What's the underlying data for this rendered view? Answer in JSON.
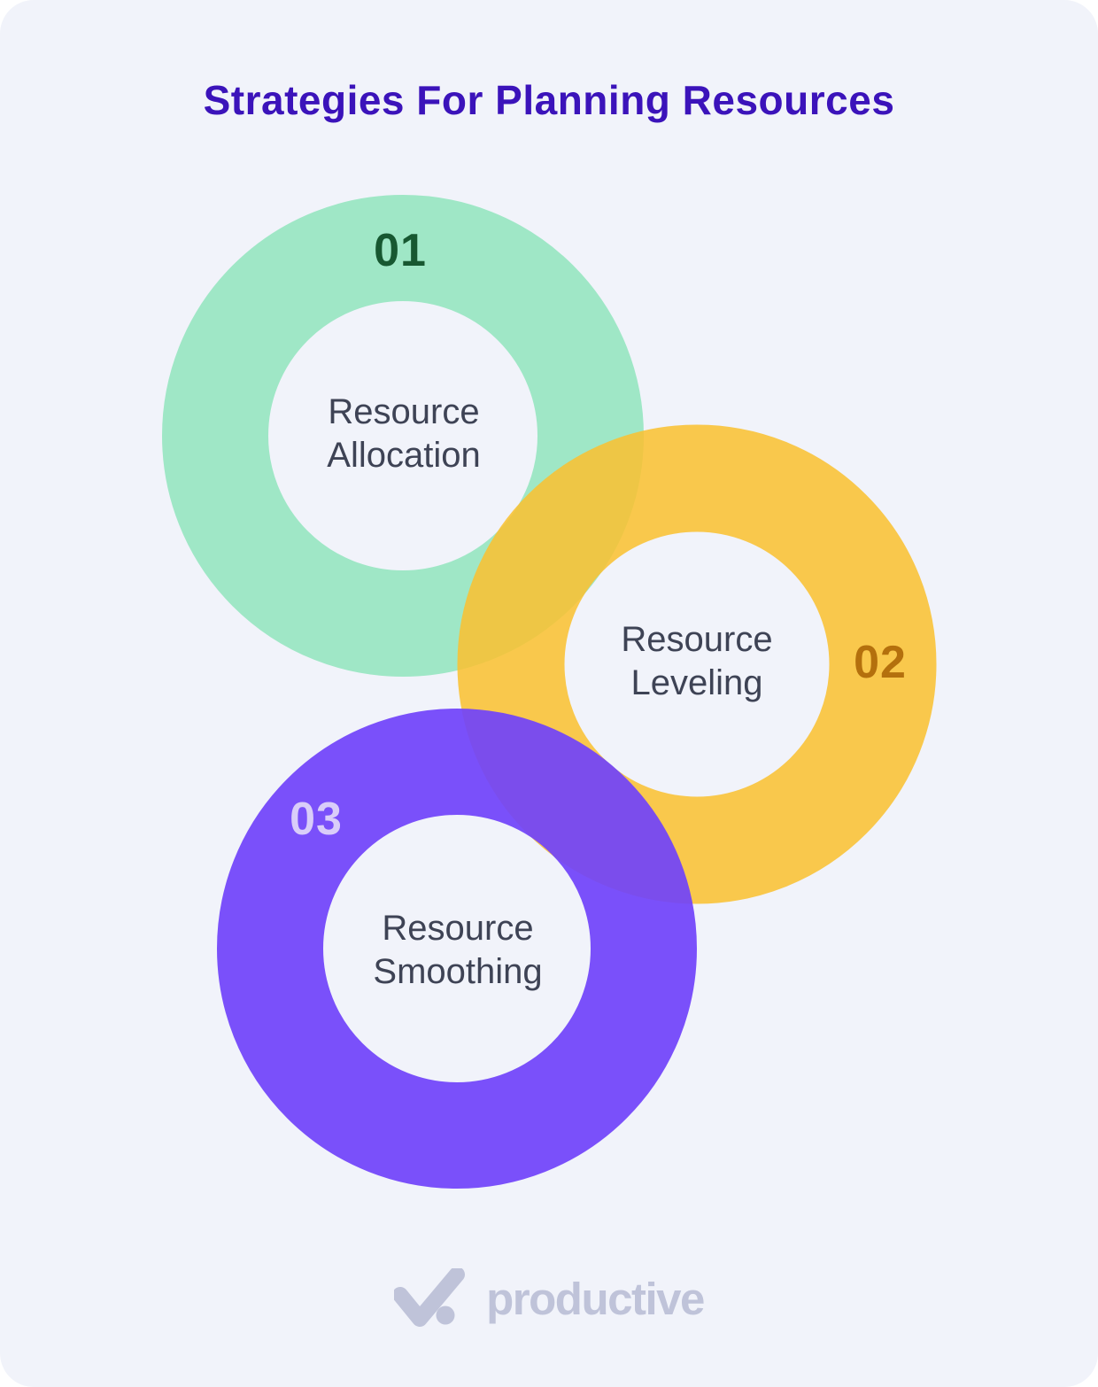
{
  "title": {
    "text": "Strategies For Planning Resources",
    "color": "#3B13BA"
  },
  "background_color": "#F1F3FA",
  "label_text_color": "#3E4355",
  "rings": [
    {
      "number": "01",
      "number_color": "#175831",
      "ring_color": "#9FE7C6",
      "label_lines": [
        "Resource",
        "Allocation"
      ]
    },
    {
      "number": "02",
      "number_color": "#B4700D",
      "ring_color": "#F9C133",
      "label_lines": [
        "Resource",
        "Leveling"
      ]
    },
    {
      "number": "03",
      "number_color": "#D9CDF9",
      "ring_color": "#7042FA",
      "label_lines": [
        "Resource",
        "Smoothing"
      ]
    }
  ],
  "overlap_colors": {
    "yellow_over_green": "#E9CC56",
    "purple_over_yellow": "#7D4CDF"
  },
  "logo": {
    "brand": "productive",
    "color": "#BFC3D9",
    "icon": "checkmark-with-dot"
  }
}
